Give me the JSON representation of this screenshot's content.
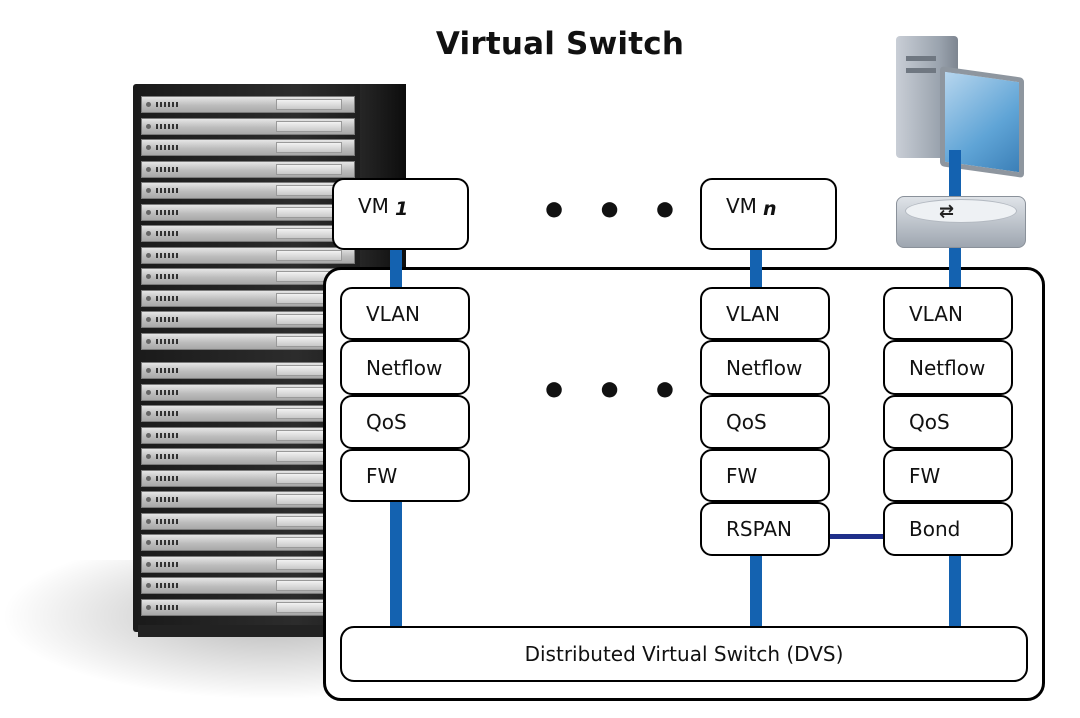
{
  "title": "Virtual Switch",
  "vms": [
    {
      "label": "VM",
      "sub": "1"
    },
    {
      "label": "VM",
      "sub": "n"
    }
  ],
  "ellipsis": "• • •",
  "stack_1": [
    "VLAN",
    "Netflow",
    "QoS",
    "FW"
  ],
  "stack_n": [
    "VLAN",
    "Netflow",
    "QoS",
    "FW",
    "RSPAN"
  ],
  "stack_uplink": [
    "VLAN",
    "Netflow",
    "QoS",
    "FW",
    "Bond"
  ],
  "dvs": "Distributed Virtual Switch (DVS)",
  "icons": {
    "rack": "server-rack-icon",
    "pc": "desktop-computer-icon",
    "router": "router-icon"
  },
  "colors": {
    "link": "#1462b0",
    "rspan_bond_link": "#1f2f8a"
  }
}
